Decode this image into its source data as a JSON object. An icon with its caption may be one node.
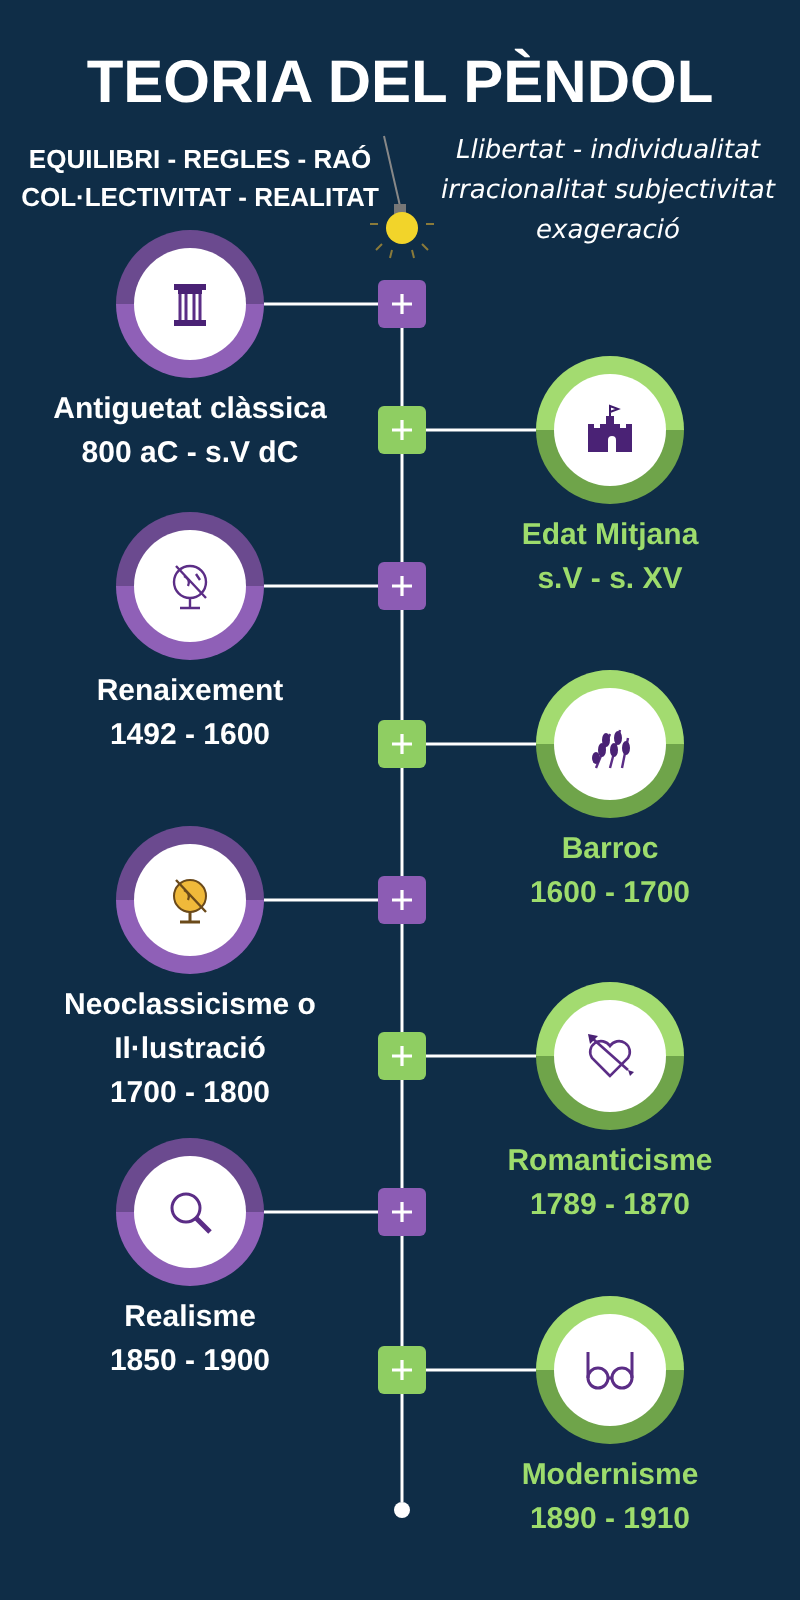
{
  "diagram": {
    "title": "TEORIA DEL PÈNDOL",
    "nodes": [
      {
        "text": [],
        "shape": "circle",
        "beside": [
          "Antiguetat clàssica",
          "800 aC - s.V dC"
        ]
      },
      {
        "text": [],
        "shape": "box"
      },
      {
        "text": [],
        "shape": "box"
      },
      {
        "text": [],
        "shape": "circle",
        "beside": [
          "Edat Mitjana",
          "s.V - s. XV"
        ]
      },
      {
        "text": [],
        "shape": "circle",
        "beside": [
          "Renaixement",
          "1492 - 1600"
        ]
      },
      {
        "text": [],
        "shape": "box"
      },
      {
        "text": [],
        "shape": "box"
      },
      {
        "text": [],
        "shape": "circle",
        "beside": [
          "Barroc",
          "1600 - 1700"
        ]
      },
      {
        "text": [],
        "shape": "circle",
        "beside": [
          "Neoclassicisme o Il·lustració",
          "1700 - 1800"
        ]
      },
      {
        "text": [],
        "shape": "box"
      },
      {
        "text": [],
        "shape": "box"
      },
      {
        "text": [],
        "shape": "circle",
        "beside": [
          "Romanticisme",
          "1789 - 1870"
        ]
      },
      {
        "text": [],
        "shape": "circle",
        "beside": [
          "Realisme",
          "1850 - 1900"
        ]
      },
      {
        "text": [],
        "shape": "box"
      },
      {
        "text": [],
        "shape": "box"
      },
      {
        "text": [],
        "shape": "circle",
        "beside": [
          "Modernisme",
          "1890 - 1910"
        ]
      },
      {
        "text": [],
        "shape": "circle"
      }
    ],
    "edges": [
      {
        "from": 0,
        "to": 1,
        "arrow": "none"
      },
      {
        "from": 2,
        "to": 3,
        "arrow": "none"
      },
      {
        "from": 4,
        "to": 5,
        "arrow": "none"
      },
      {
        "from": 6,
        "to": 7,
        "arrow": "none"
      },
      {
        "from": 8,
        "to": 9,
        "arrow": "none"
      },
      {
        "from": 10,
        "to": 11,
        "arrow": "none"
      },
      {
        "from": 12,
        "to": 13,
        "arrow": "none"
      },
      {
        "from": 14,
        "to": 15,
        "arrow": "none"
      },
      {
        "from": 1,
        "to": 2,
        "arrow": "none"
      },
      {
        "from": 2,
        "to": 5,
        "arrow": "none"
      },
      {
        "from": 5,
        "to": 6,
        "arrow": "none"
      },
      {
        "from": 6,
        "to": 9,
        "arrow": "none"
      },
      {
        "from": 9,
        "to": 10,
        "arrow": "none"
      },
      {
        "from": 10,
        "to": 13,
        "arrow": "none"
      },
      {
        "from": 13,
        "to": 14,
        "arrow": "none"
      },
      {
        "from": 14,
        "to": 16,
        "arrow": "none"
      }
    ],
    "labels": [
      "EQUILIBRI - REGLES - RAÓ",
      "COL·LECTIVITAT - REALITAT",
      "Llibertat - individualitat irracionalitat subjectivitat exageració"
    ]
  }
}
